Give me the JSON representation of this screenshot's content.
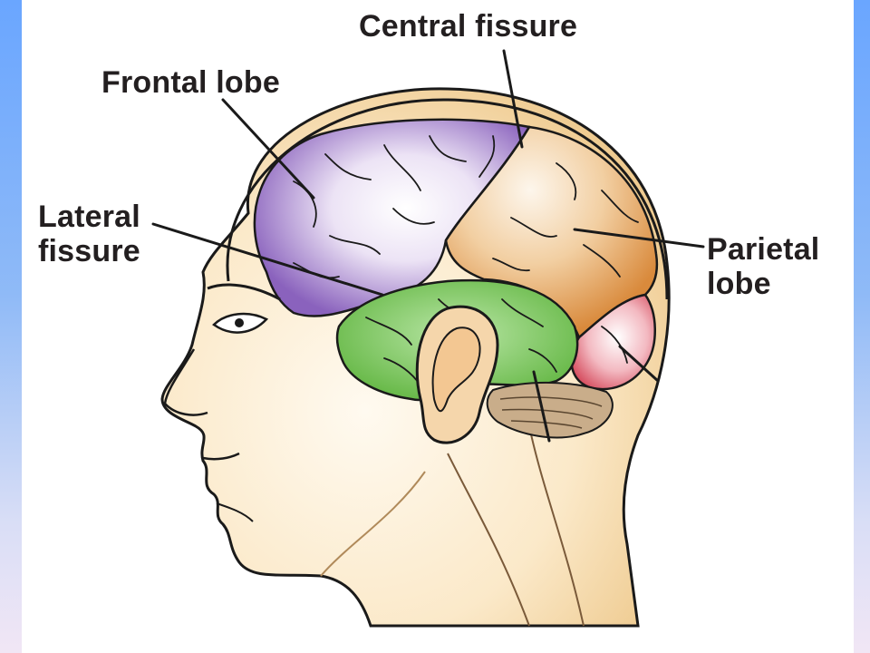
{
  "labels": {
    "central_fissure": "Central fissure",
    "frontal_lobe": "Frontal lobe",
    "lateral_fissure_line1": "Lateral",
    "lateral_fissure_line2": "fissure",
    "parietal_lobe_line1": "Parietal",
    "parietal_lobe_line2": "lobe"
  },
  "colors": {
    "frontal_lobe": "#8a62bd",
    "parietal_lobe": "#d98a3c",
    "temporal_lobe": "#6ec04f",
    "occipital_lobe": "#d54a5c",
    "skin": "#f7ddb0",
    "outline": "#1a1a1a"
  }
}
